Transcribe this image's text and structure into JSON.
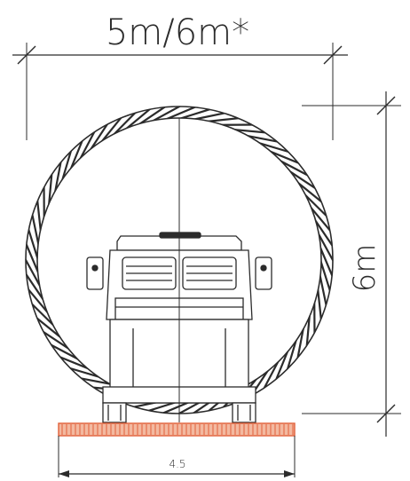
{
  "dimensions": {
    "width_label": "5m/6m*",
    "height_label": "6m",
    "base_label": "4.5"
  },
  "colors": {
    "line": "#2b2b2b",
    "ground_fill": "#f3b9a0",
    "ground_stroke": "#e0603a",
    "background": "#ffffff"
  }
}
